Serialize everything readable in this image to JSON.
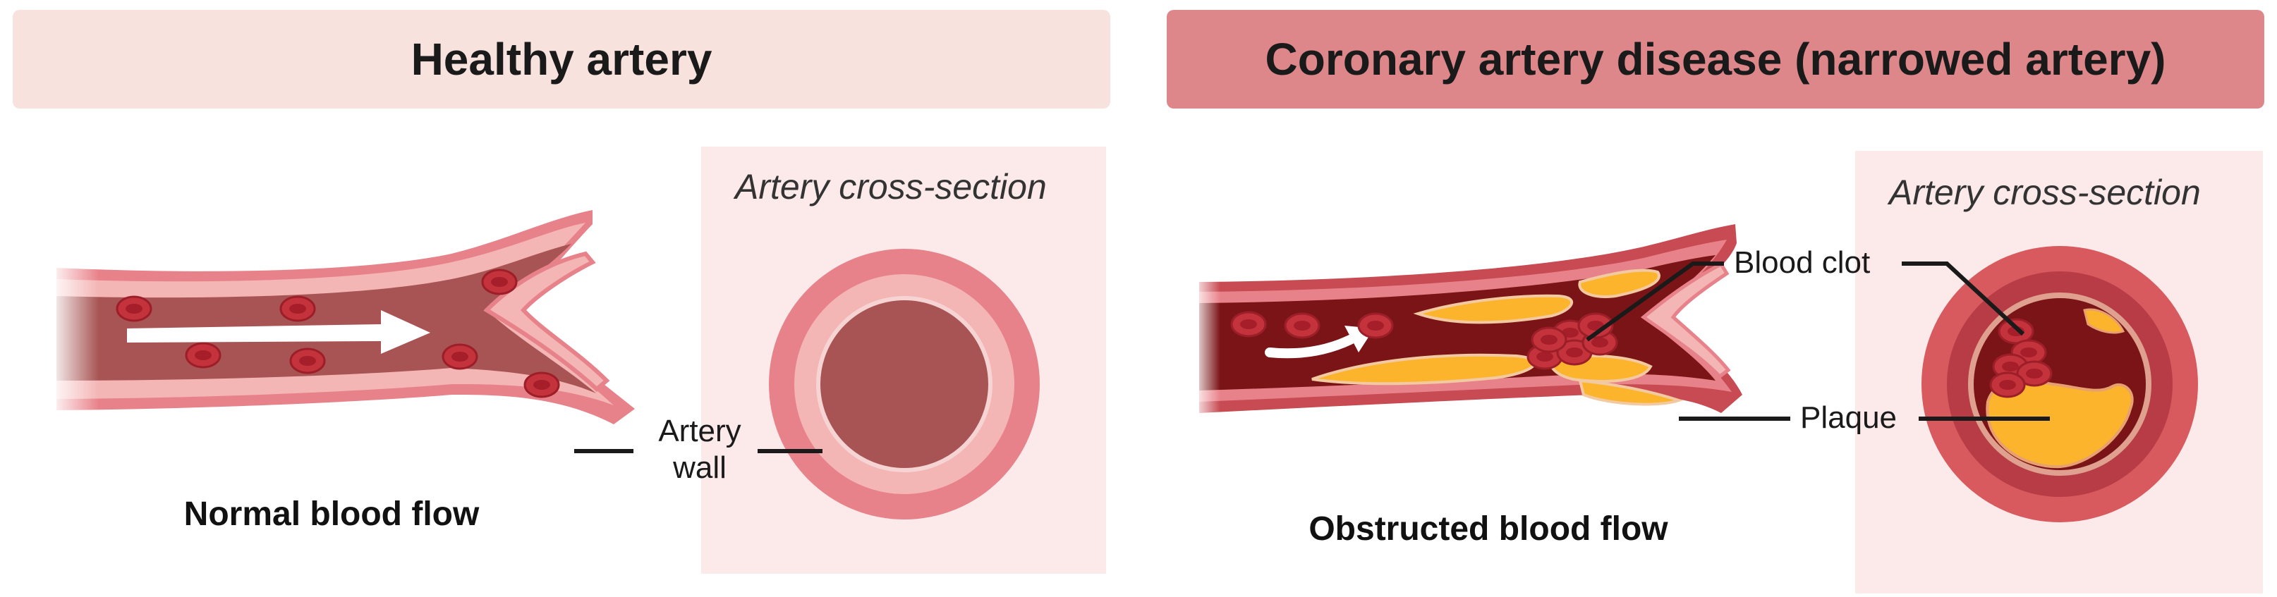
{
  "headers": {
    "left": "Healthy artery",
    "right": "Coronary artery disease (narrowed artery)"
  },
  "cross_section": {
    "left_title": "Artery cross-section",
    "right_title": "Artery cross-section"
  },
  "labels": {
    "artery_wall_line1": "Artery",
    "artery_wall_line2": "wall",
    "blood_clot": "Blood clot",
    "plaque": "Plaque"
  },
  "captions": {
    "left": "Normal blood flow",
    "right": "Obstructed blood flow"
  },
  "colors": {
    "header_left_bg": "#f7e2dd",
    "header_right_bg": "#dd878a",
    "crosssection_bg": "#fce9e9",
    "artery_outer": "#e8828a",
    "artery_lumen_healthy": "#a85454",
    "artery_lumen_diseased": "#7a1416",
    "plaque": "#fbb42c",
    "red_blood_cell": "#c4323c"
  }
}
